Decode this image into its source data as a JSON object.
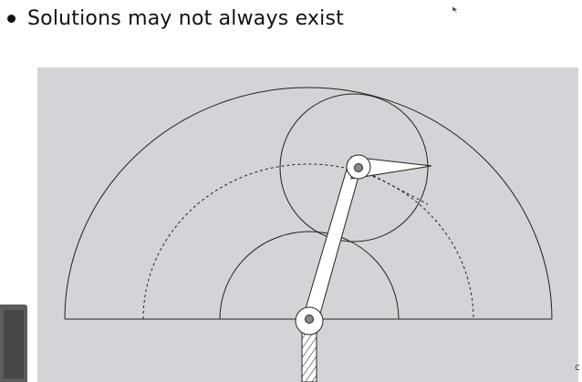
{
  "slide": {
    "bullet_text": "Solutions may not always exist",
    "edge_glyph": "c"
  },
  "figure": {
    "background_color": "#d4d4d8",
    "line_color": "#222222",
    "hatch_color": "#333333"
  },
  "icons": {
    "bullet": "bullet-dot",
    "cursor": "mouse-pointer-icon",
    "base_joint": "revolute-joint-icon",
    "elbow_joint": "revolute-joint-icon"
  }
}
